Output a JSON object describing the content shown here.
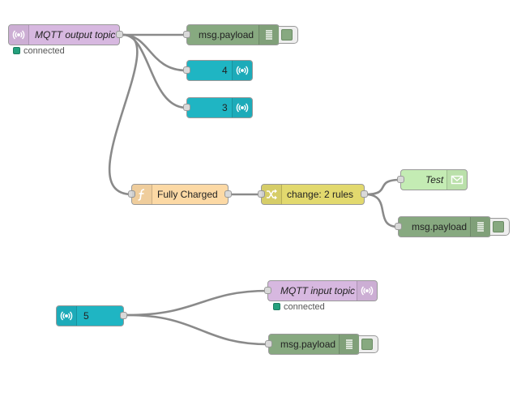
{
  "colors": {
    "mqtt": "#d7b8e0",
    "debug": "#87a980",
    "inject": "#1fb5c3",
    "function": "#fcd9a5",
    "change": "#e2d96e",
    "email": "#c4ecb4",
    "wire": "#8a8a8a",
    "status_connected": "#24a07c"
  },
  "nodes": {
    "mqtt_out": {
      "label": "MQTT output topic",
      "icon": "broadcast-icon",
      "status": "connected"
    },
    "debug_1": {
      "label": "msg.payload",
      "icon": "list-icon"
    },
    "inject_4": {
      "label": "4",
      "icon": "broadcast-icon"
    },
    "inject_3": {
      "label": "3",
      "icon": "broadcast-icon"
    },
    "function_fully_charged": {
      "label": "Fully Charged",
      "icon": "function-icon"
    },
    "change_rules": {
      "label": "change: 2 rules",
      "icon": "shuffle-icon"
    },
    "email_test": {
      "label": "Test",
      "icon": "envelope-icon"
    },
    "debug_2": {
      "label": "msg.payload",
      "icon": "list-icon"
    },
    "mqtt_in": {
      "label": "MQTT input topic",
      "icon": "broadcast-icon",
      "status": "connected"
    },
    "inject_5": {
      "label": "5",
      "icon": "broadcast-icon"
    },
    "debug_3": {
      "label": "msg.payload",
      "icon": "list-icon"
    }
  }
}
